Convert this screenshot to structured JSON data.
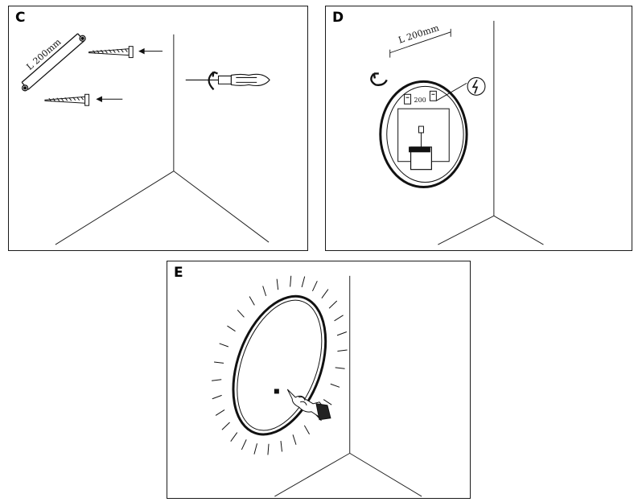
{
  "steps": [
    {
      "label": "C",
      "screw_length": "L  200mm"
    },
    {
      "label": "D",
      "screw_length": "L  200mm",
      "spacing_mark": "200"
    },
    {
      "label": "E"
    }
  ],
  "icons": {
    "power": "lightning-bolt-icon",
    "rotate": "rotate-arrow-icon",
    "screwdriver": "screwdriver-icon",
    "hand": "pointing-hand-icon"
  }
}
